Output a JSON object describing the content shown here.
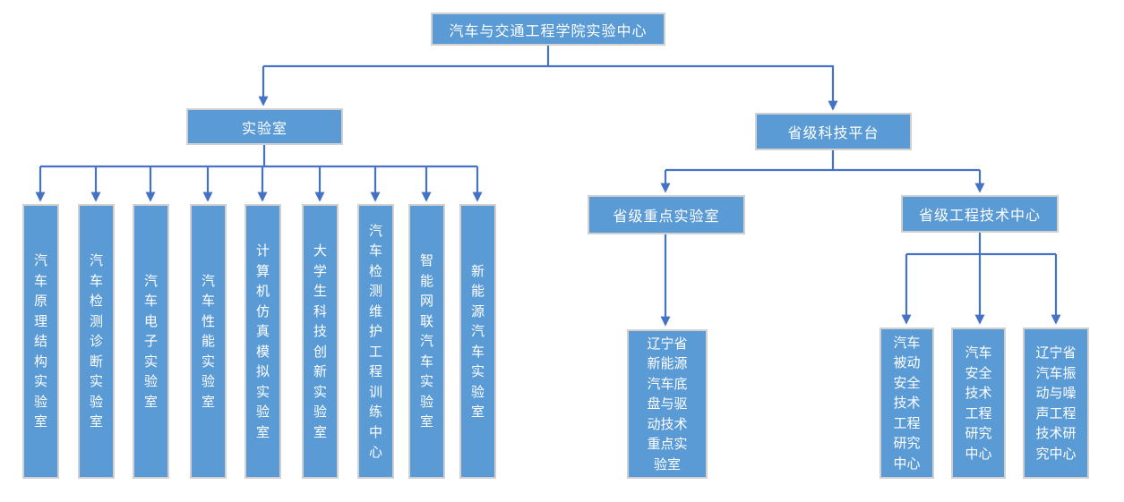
{
  "title": "汽车与交通工程学院实验中心",
  "branches": {
    "labs": "实验室",
    "platform": "省级科技平台"
  },
  "labs": [
    "汽车原理结构实验室",
    "汽车检测诊断实验室",
    "汽车电子实验室",
    "汽车性能实验室",
    "计算机仿真模拟实验室",
    "大学生科技创新实验室",
    "汽车检测维护工程训练中心",
    "智能网联汽车实验室",
    "新能源汽车实验室"
  ],
  "platform_groups": {
    "key_lab": "省级重点实验室",
    "eng_center": "省级工程技术中心"
  },
  "key_labs": [
    "辽宁省新能源汽车底盘与驱动技术重点实验室"
  ],
  "eng_centers": [
    "汽车被动安全技术工程研究中心",
    "汽车安全技术工程研究中心",
    "辽宁省汽车振动与噪声工程技术研究中心"
  ],
  "colors": {
    "node_fill": "#5B9BD5",
    "node_border": "#D2D0D0",
    "connector": "#4472C4",
    "text": "#FFFFFF",
    "background": "#FFFFFF"
  }
}
